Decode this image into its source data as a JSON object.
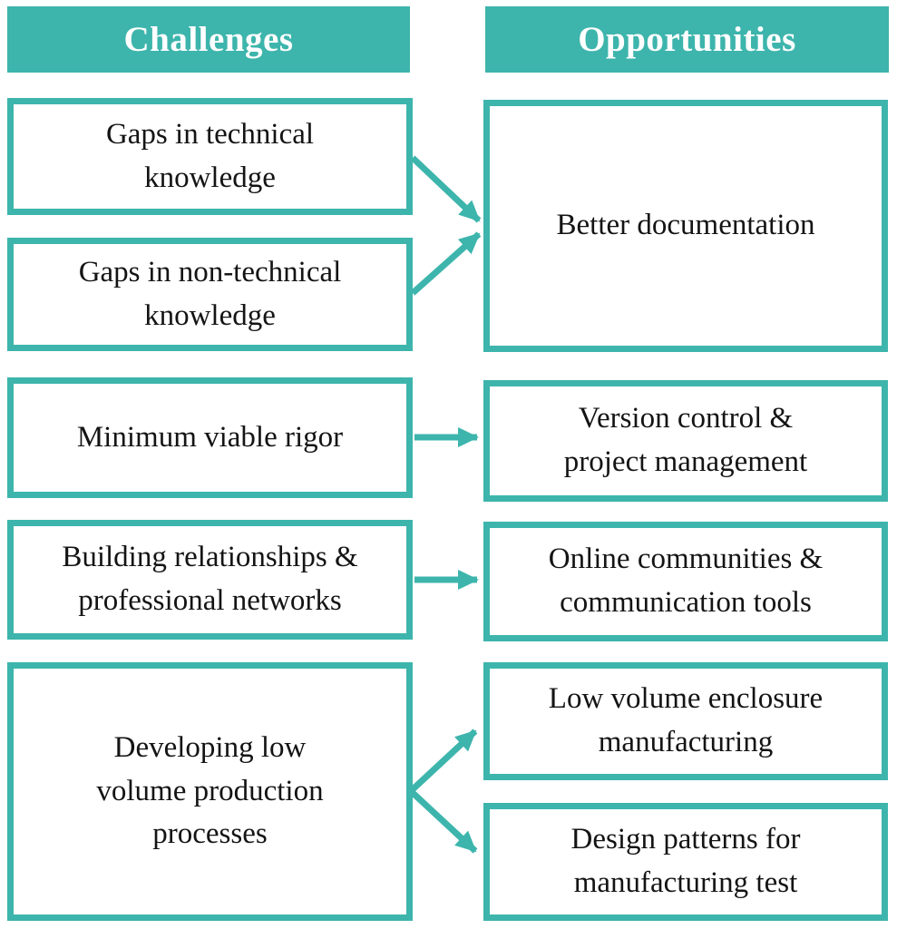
{
  "diagram": {
    "headers": {
      "challenges": "Challenges",
      "opportunities": "Opportunities"
    },
    "challenges": [
      {
        "label": "Gaps in technical\nknowledge"
      },
      {
        "label": "Gaps in non-technical\nknowledge"
      },
      {
        "label": "Minimum viable rigor"
      },
      {
        "label": "Building relationships &\nprofessional networks"
      },
      {
        "label": "Developing low\nvolume production\nprocesses"
      }
    ],
    "opportunities": [
      {
        "label": "Better documentation"
      },
      {
        "label": "Version control &\nproject management"
      },
      {
        "label": "Online communities &\ncommunication tools"
      },
      {
        "label": "Low volume enclosure\nmanufacturing"
      },
      {
        "label": "Design patterns for\nmanufacturing test"
      }
    ],
    "connections": [
      {
        "from": "Gaps in technical knowledge",
        "to": "Better documentation"
      },
      {
        "from": "Gaps in non-technical knowledge",
        "to": "Better documentation"
      },
      {
        "from": "Minimum viable rigor",
        "to": "Version control & project management"
      },
      {
        "from": "Building relationships & professional networks",
        "to": "Online communities & communication tools"
      },
      {
        "from": "Developing low volume production processes",
        "to": "Low volume enclosure manufacturing"
      },
      {
        "from": "Developing low volume production processes",
        "to": "Design patterns for manufacturing test"
      }
    ],
    "colors": {
      "accent": "#3DB5AC",
      "header_text": "#FFFFFF",
      "box_text": "#141414",
      "background": "#FFFFFF"
    }
  }
}
